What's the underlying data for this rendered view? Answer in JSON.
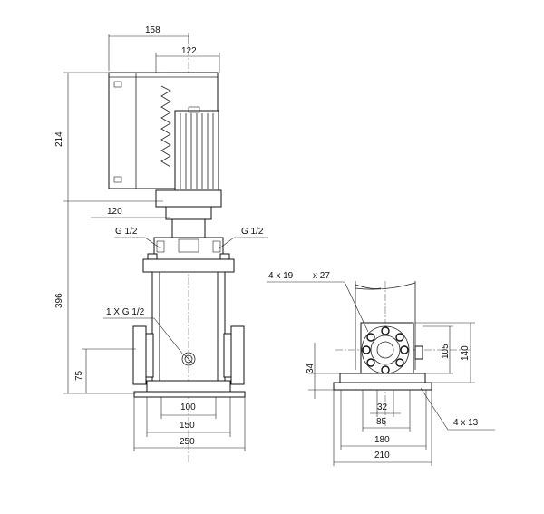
{
  "dimensions": {
    "motor_width_total": "158",
    "motor_width_partial": "122",
    "motor_height": "214",
    "coupling_offset": "120",
    "pump_height": "396",
    "inlet_height": "75",
    "port_spacing_inner": "100",
    "port_spacing_mid": "150",
    "port_spacing_outer": "250",
    "side_base_height": "34",
    "side_flange_inner": "105",
    "side_flange_outer": "140",
    "side_base_32": "32",
    "side_base_85": "85",
    "side_base_180": "180",
    "side_base_210": "210"
  },
  "callouts": {
    "vent_left": "G 1/2",
    "vent_right": "G 1/2",
    "drain": "1 X G 1/2",
    "flange_bolts_a": "4 x 19",
    "flange_bolts_b": "x 27",
    "base_holes": "4  x  13"
  }
}
